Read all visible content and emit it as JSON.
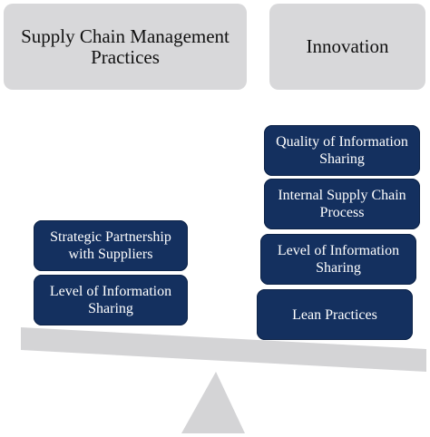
{
  "headers": {
    "left": "Supply Chain Management Practices",
    "right": "Innovation"
  },
  "left_stack": [
    "Strategic Partnership with Suppliers",
    "Level of Information Sharing"
  ],
  "right_stack": [
    "Quality of Information Sharing",
    "Internal Supply Chain Process",
    "Level of Information Sharing",
    "Lean Practices"
  ],
  "colors": {
    "header_fill": "#d8d8da",
    "block_fill": "#14305f",
    "block_text": "#ffffff",
    "beam_fill": "#d4d4d6",
    "fulcrum_fill": "#d4d4d6"
  },
  "icons": {
    "beam": "seesaw-beam",
    "fulcrum": "triangle-fulcrum"
  }
}
